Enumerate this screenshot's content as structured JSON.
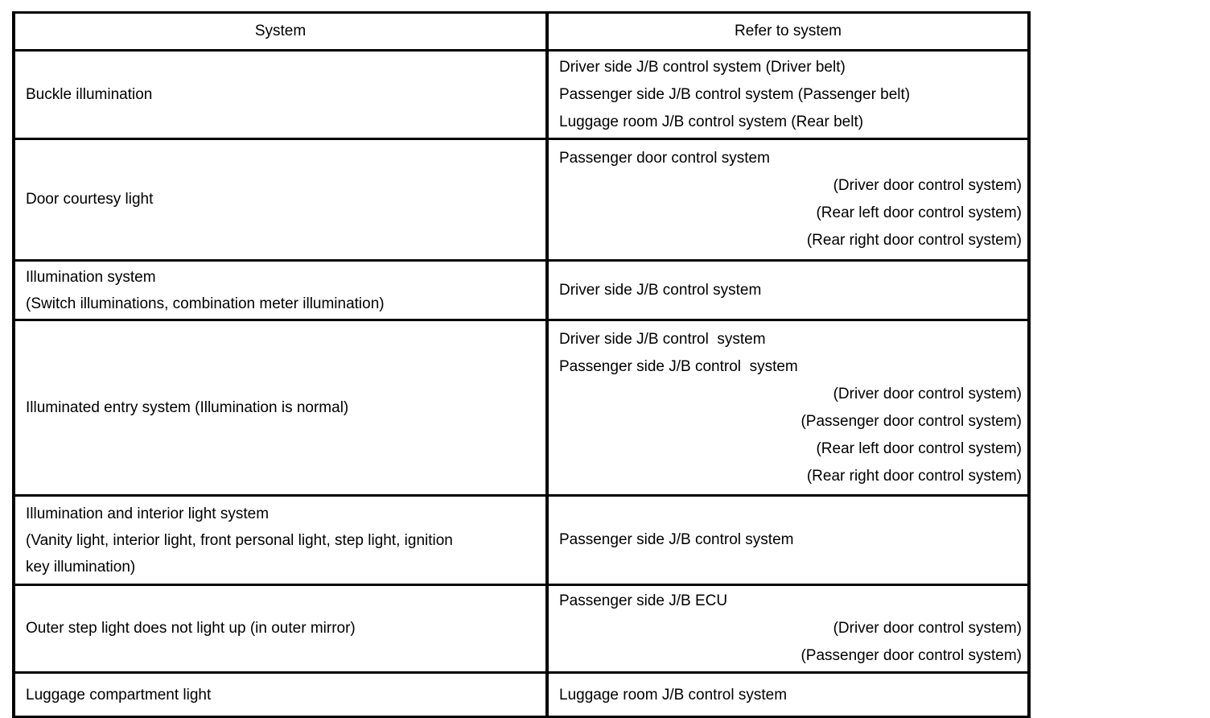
{
  "document": {
    "title": "System / Refer to system reference table",
    "text_color": "#000000",
    "background_color": "#ffffff",
    "border_color": "#000000"
  },
  "table": {
    "headers": {
      "system": "System",
      "refer": "Refer to system"
    },
    "rows": [
      {
        "id": "buckle-illumination",
        "system_lines": [
          "Buckle illumination"
        ],
        "refer_lines": [
          {
            "text": "Driver side J/B control system (Driver belt)",
            "align": "left"
          },
          {
            "text": "Passenger side J/B control system (Passenger belt)",
            "align": "left"
          },
          {
            "text": "Luggage room J/B control system (Rear belt)",
            "align": "left"
          }
        ]
      },
      {
        "id": "door-courtesy-light",
        "system_lines": [
          "Door courtesy light"
        ],
        "refer_lines": [
          {
            "text": "Passenger door control system",
            "align": "left"
          },
          {
            "text": "(Driver door control system)",
            "align": "right"
          },
          {
            "text": "(Rear left door control system)",
            "align": "right"
          },
          {
            "text": "(Rear right door control system)",
            "align": "right"
          }
        ]
      },
      {
        "id": "illumination-system",
        "system_lines": [
          "Illumination system",
          "(Switch illuminations, combination meter illumination)"
        ],
        "refer_lines": [
          {
            "text": "Driver side J/B control system",
            "align": "left"
          }
        ]
      },
      {
        "id": "illuminated-entry-system",
        "system_lines": [
          "Illuminated entry system (Illumination is normal)"
        ],
        "refer_lines": [
          {
            "text": "Driver side J/B control  system",
            "align": "left"
          },
          {
            "text": "Passenger side J/B control  system",
            "align": "left"
          },
          {
            "text": "(Driver door control system)",
            "align": "right"
          },
          {
            "text": "(Passenger door control system)",
            "align": "right"
          },
          {
            "text": "(Rear left door control system)",
            "align": "right"
          },
          {
            "text": "(Rear right door control system)",
            "align": "right"
          }
        ]
      },
      {
        "id": "illumination-and-interior-light-system",
        "system_lines": [
          "Illumination and interior light system",
          "(Vanity light, interior light, front personal light, step light, ignition",
          "key illumination)"
        ],
        "refer_lines": [
          {
            "text": "Passenger side J/B control system",
            "align": "left"
          }
        ]
      },
      {
        "id": "outer-step-light",
        "system_lines": [
          "Outer step light does not light up (in outer mirror)"
        ],
        "refer_lines": [
          {
            "text": "Passenger side J/B ECU",
            "align": "left"
          },
          {
            "text": "(Driver door control system)",
            "align": "right"
          },
          {
            "text": "(Passenger door control system)",
            "align": "right"
          }
        ]
      },
      {
        "id": "luggage-compartment-light",
        "system_lines": [
          "Luggage compartment light"
        ],
        "refer_lines": [
          {
            "text": "Luggage room J/B control system",
            "align": "left"
          }
        ]
      }
    ]
  }
}
